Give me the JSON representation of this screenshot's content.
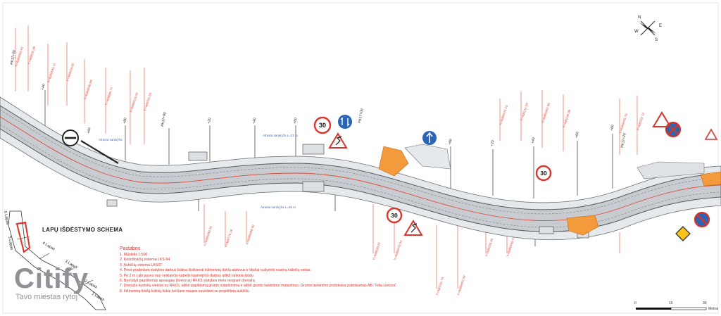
{
  "sheet": {
    "schema_title": "LAPŲ IŠDĖSTYMO SCHEMA",
    "pages": [
      "1 Lapas",
      "2 Lapas",
      "3 Lapas",
      "4 Lapas",
      "5 Lapas",
      "6 Lapas"
    ]
  },
  "notes": {
    "title": "Pastabos",
    "items": [
      "1. Mastelis 1:500",
      "2. Koordinačių sistema LKS-94",
      "3. Aukščių sistema LAS07",
      "4. Prieš pradedant statybos darbus būtina išsikviesti inžinerinių tinklų atstovus ir tiksliai nužymėti esamų kabelių vietas.",
      "5. Po 2 m į abi puses nuo veikiančio kabelio kasinėjimo darbus atlikti rankiniu būdu",
      "6. Numatyti papildomas apsaugas (šveicrus) RKKS statybos metu rengiant drenažą",
      "7. Drenažo kuolelių vietose su RKKS, atlikti papildomą grunto sutankinimą ir atlikti grunto tankinimo matavimus. Grunto tankinimo protokolas pateikiamas AB \"Telia Lietuva\"",
      "8. Inžinerinių tinklų šulinių liukai keičiami naujais suvedant su projektiniu aukščiu"
    ]
  },
  "road_labels": {
    "pk_left": "PK17+00",
    "pk_mid": "PK17+00",
    "pk_right": "PK17+20",
    "upper_label": "Atrasta sankryža L=21 m",
    "lower_label": "Atrasta sankryža L=25 m",
    "left_label": "Atrasta sankryža"
  },
  "stations": [
    "+40",
    "+60",
    "+80",
    "+20",
    "+40",
    "+60",
    "+80",
    "+20",
    "+40",
    "+60",
    "+80"
  ],
  "signs": {
    "speed_limit": "30"
  },
  "scale": {
    "ticks": [
      "0",
      "15",
      "30"
    ],
    "unit": "Metrai"
  },
  "compass": {
    "n": "N",
    "s": "S",
    "e": "E",
    "w": "W"
  },
  "logo": {
    "name": "Citify",
    "tagline": "Tavo miestas rytoj"
  },
  "colors": {
    "road": "#c8ccd1",
    "road_edge": "#555a5f",
    "annotation": "#e04a3a",
    "orange_area": "#f39a3c",
    "sign_blue": "#2b66b5",
    "logo": "#8f9296"
  }
}
